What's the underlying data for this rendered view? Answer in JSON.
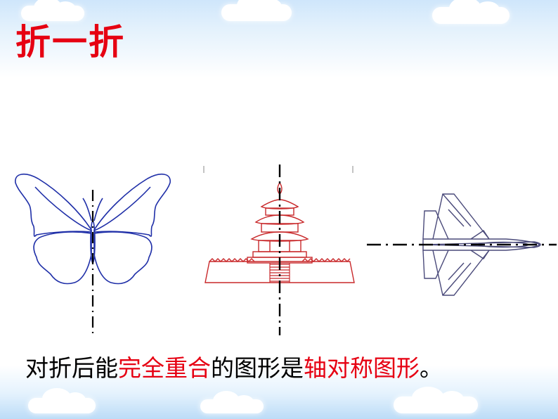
{
  "slide": {
    "title": "折一折",
    "caption": {
      "part1": "对折后能",
      "part2": "完全重合",
      "part3": "的图形是",
      "part4": "轴对称图形",
      "part5": "。"
    }
  },
  "figures": [
    {
      "name": "butterfly",
      "axis": "vertical"
    },
    {
      "name": "temple",
      "axis": "vertical"
    },
    {
      "name": "airplane",
      "axis": "horizontal"
    }
  ],
  "colors": {
    "title": "#e60012",
    "highlight": "#e60012",
    "butterfly": "#1f2fa8",
    "temple": "#c8282a",
    "airplane": "#4a4a7a",
    "axis": "#000000"
  }
}
